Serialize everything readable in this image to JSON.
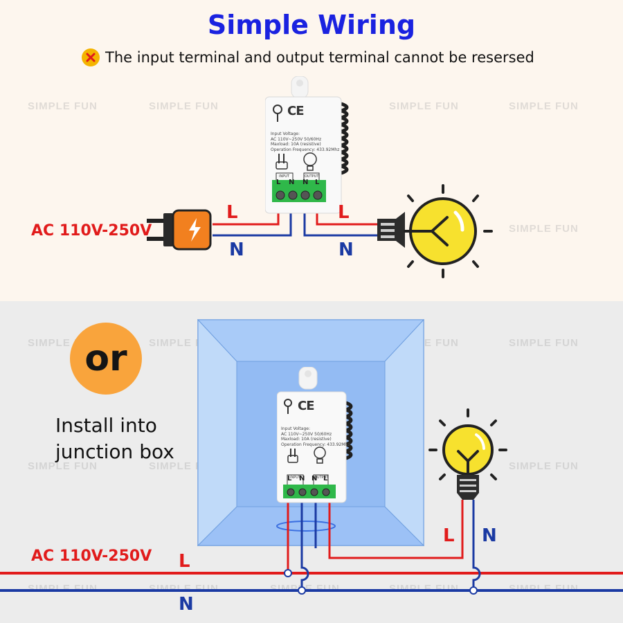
{
  "title": "Simple Wiring",
  "warning": {
    "icon": "x-circle-icon",
    "text": "The input terminal and output terminal cannot be resersed"
  },
  "watermark": "SIMPLE FUN",
  "top_diagram": {
    "power_label": "AC 110V-250V",
    "input_L": "L",
    "input_N": "N",
    "output_L": "L",
    "output_N": "N"
  },
  "bottom_diagram": {
    "or_label": "or",
    "install_line1": "Install into",
    "install_line2": "junction box",
    "power_label": "AC 110V-250V",
    "mains_L": "L",
    "mains_N": "N",
    "lamp_L": "L",
    "lamp_N": "N"
  },
  "module": {
    "spec_line1": "Input Voltage:",
    "spec_line2": "AC 110V~250V 50/60Hz",
    "spec_line3": "Maxload: 10A (resistive)",
    "spec_line4": "Operation Frequency: 433.92Mhz",
    "input_label": "INPUT",
    "output_label": "OUTPUT",
    "term1": "L",
    "term2": "N",
    "term3": "N",
    "term4": "L"
  },
  "colors": {
    "title": "#1a22e0",
    "live_wire": "#e11b1b",
    "neutral_wire": "#1b3aa3",
    "lamp": "#f7e12e",
    "or_circle": "#f9a43c",
    "terminal_block": "#2fb84a",
    "junction_box": "#9fc4f7"
  }
}
